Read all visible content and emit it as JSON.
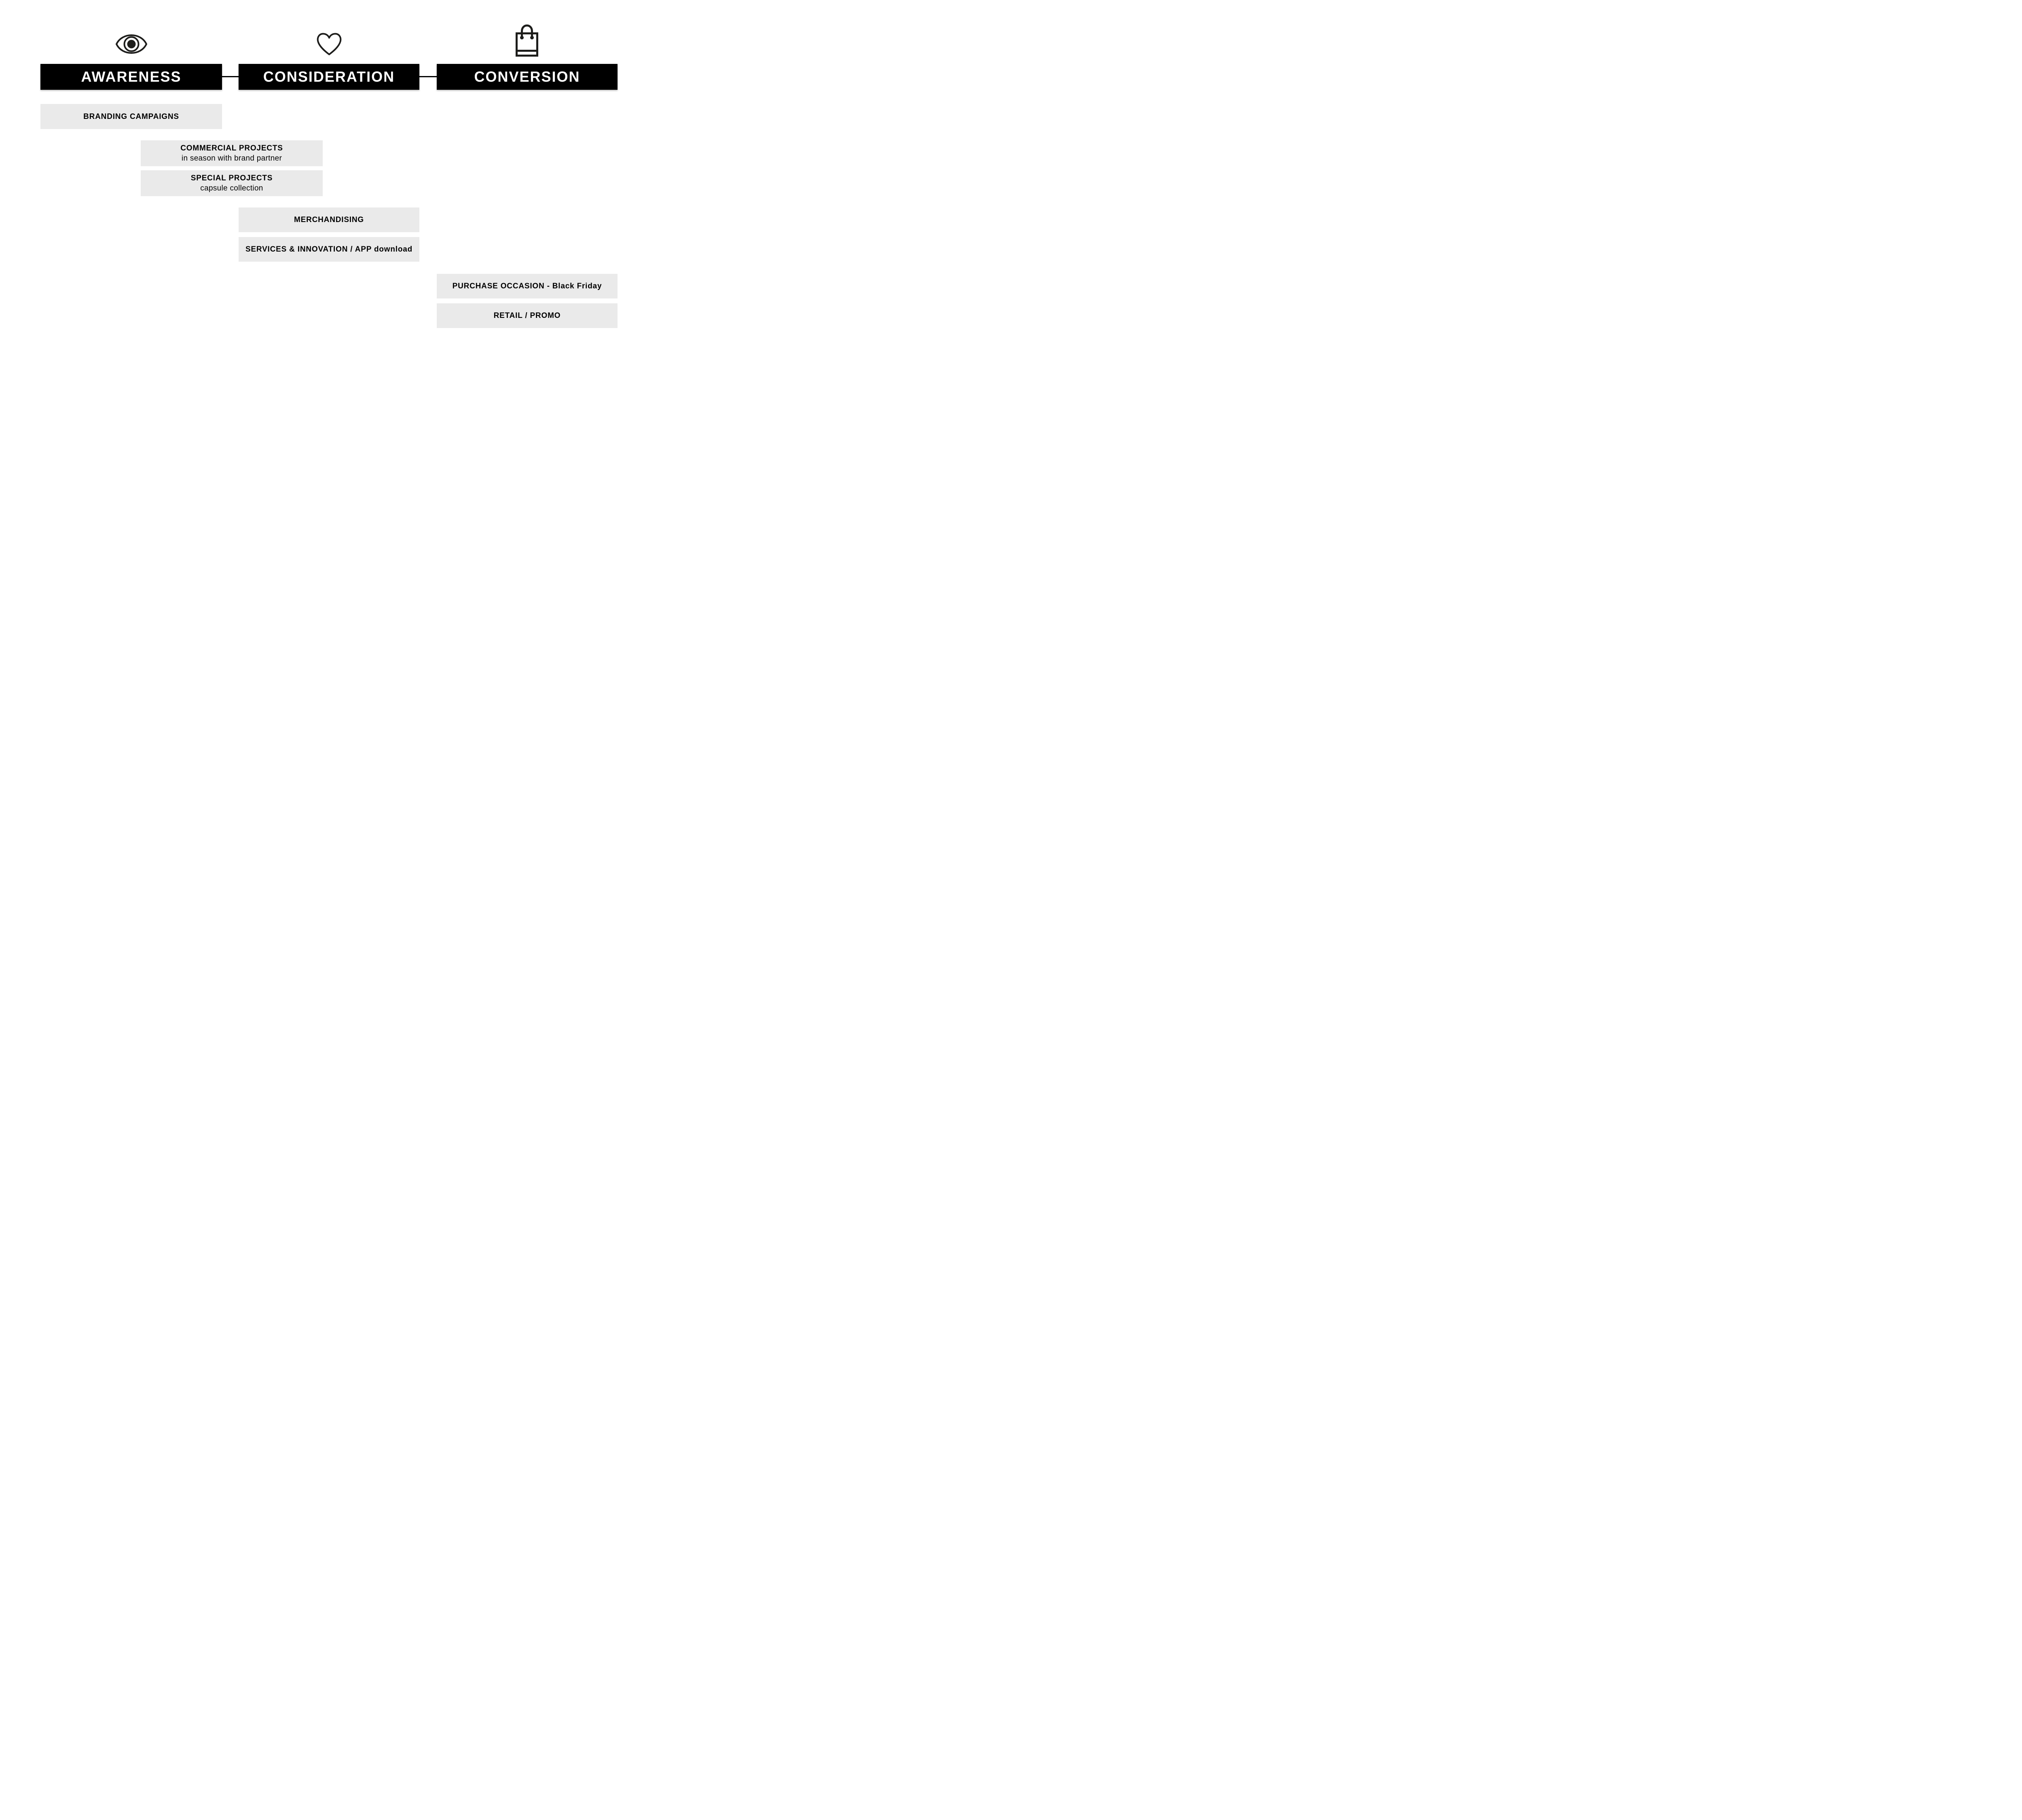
{
  "funnel": {
    "stages": {
      "awareness": {
        "label": "AWARENESS",
        "icon": "eye-icon"
      },
      "consideration": {
        "label": "CONSIDERATION",
        "icon": "heart-icon"
      },
      "conversion": {
        "label": "CONVERSION",
        "icon": "shopping-bag-icon"
      }
    },
    "activities": {
      "branding": {
        "line1": "BRANDING CAMPAIGNS"
      },
      "commercial": {
        "line1": "COMMERCIAL PROJECTS",
        "line2": "in season with brand partner"
      },
      "special": {
        "line1": "SPECIAL PROJECTS",
        "line2": "capsule collection"
      },
      "merchandising": {
        "line1": "MERCHANDISING"
      },
      "services": {
        "line1": "SERVICES & INNOVATION / APP download"
      },
      "purchase": {
        "line1": "PURCHASE OCCASION - Black Friday"
      },
      "retail": {
        "line1": "RETAIL / PROMO"
      }
    }
  },
  "colors": {
    "background": "#ffffff",
    "bar_bg": "#000000",
    "bar_text": "#ffffff",
    "connector": "#000000",
    "box_bg": "#eaeaea",
    "box_text": "#000000",
    "icon_stroke": "#1d1d1b"
  }
}
